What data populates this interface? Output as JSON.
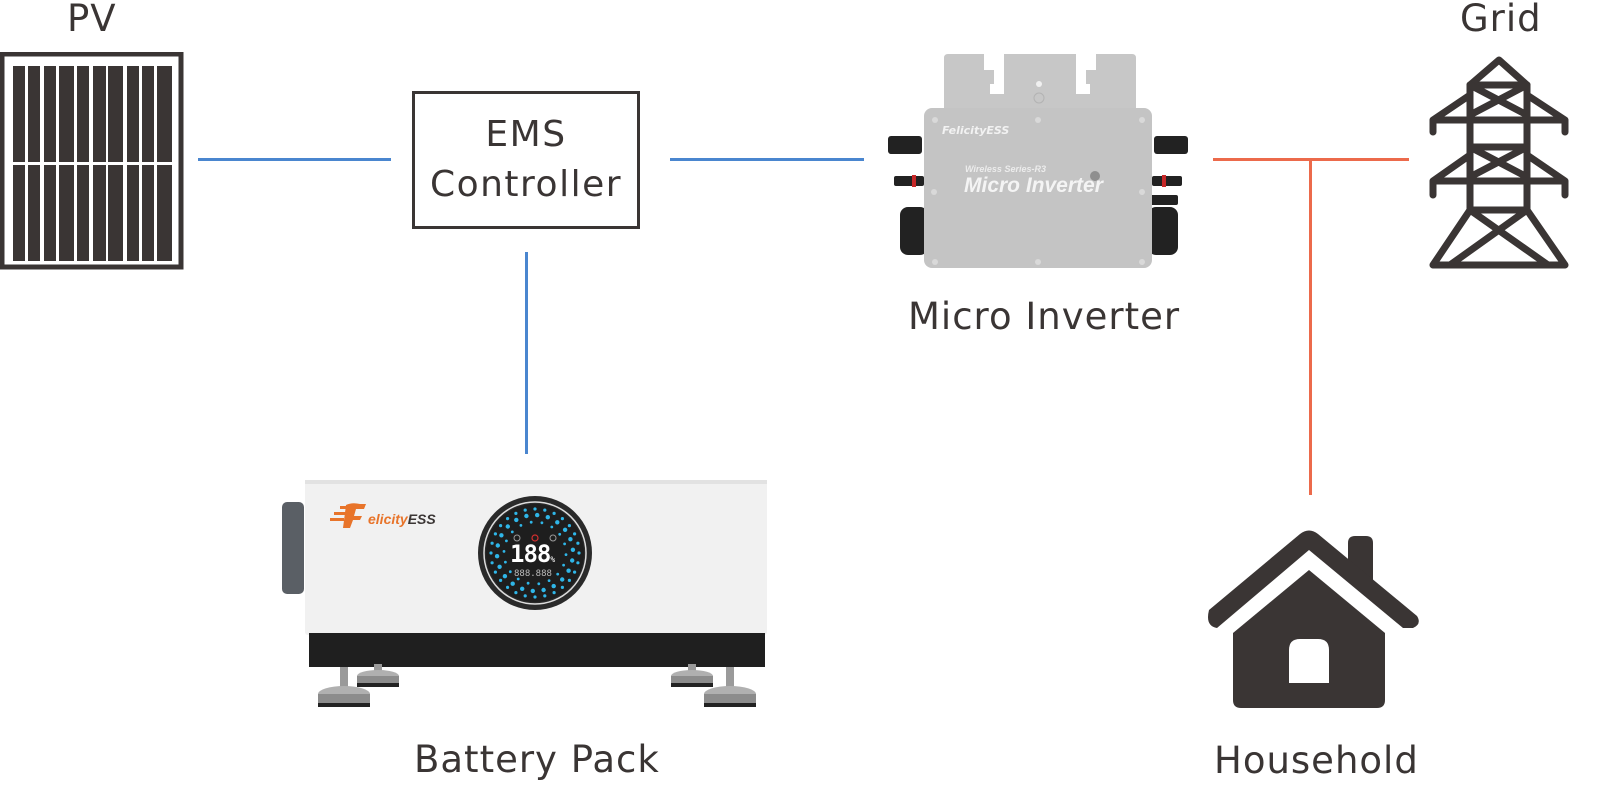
{
  "nodes": {
    "pv": {
      "label": "PV",
      "icon": "solar-panel-icon"
    },
    "ems": {
      "line1": "EMS",
      "line2": "Controller"
    },
    "inverter": {
      "label": "Micro Inverter",
      "icon": "micro-inverter-image",
      "brand": "FelicityESS",
      "series_text": "Wireless Series-R3",
      "product_text": "Micro Inverter"
    },
    "grid": {
      "label": "Grid",
      "icon": "power-tower-icon"
    },
    "battery": {
      "label": "Battery Pack",
      "icon": "battery-pack-image",
      "brand_prefix": "elicity",
      "brand_suffix": "ESS",
      "display_value": "188",
      "display_unit": "%",
      "display_sub": "888.888"
    },
    "household": {
      "label": "Household",
      "icon": "house-icon"
    }
  },
  "connections": [
    {
      "from": "PV",
      "to": "EMS Controller",
      "color": "#4a86cf"
    },
    {
      "from": "EMS Controller",
      "to": "Micro Inverter",
      "color": "#4a86cf"
    },
    {
      "from": "EMS Controller",
      "to": "Battery Pack",
      "color": "#4a86cf"
    },
    {
      "from": "Micro Inverter",
      "to": "Grid",
      "color": "#ec6a4b"
    },
    {
      "from": "Grid line",
      "to": "Household",
      "color": "#ec6a4b"
    }
  ],
  "colors": {
    "dc_line": "#4a86cf",
    "ac_line": "#ec6a4b",
    "icon_dark": "#3a3534",
    "brand_orange": "#e8742a",
    "display_cyan": "#2fb6e8"
  }
}
